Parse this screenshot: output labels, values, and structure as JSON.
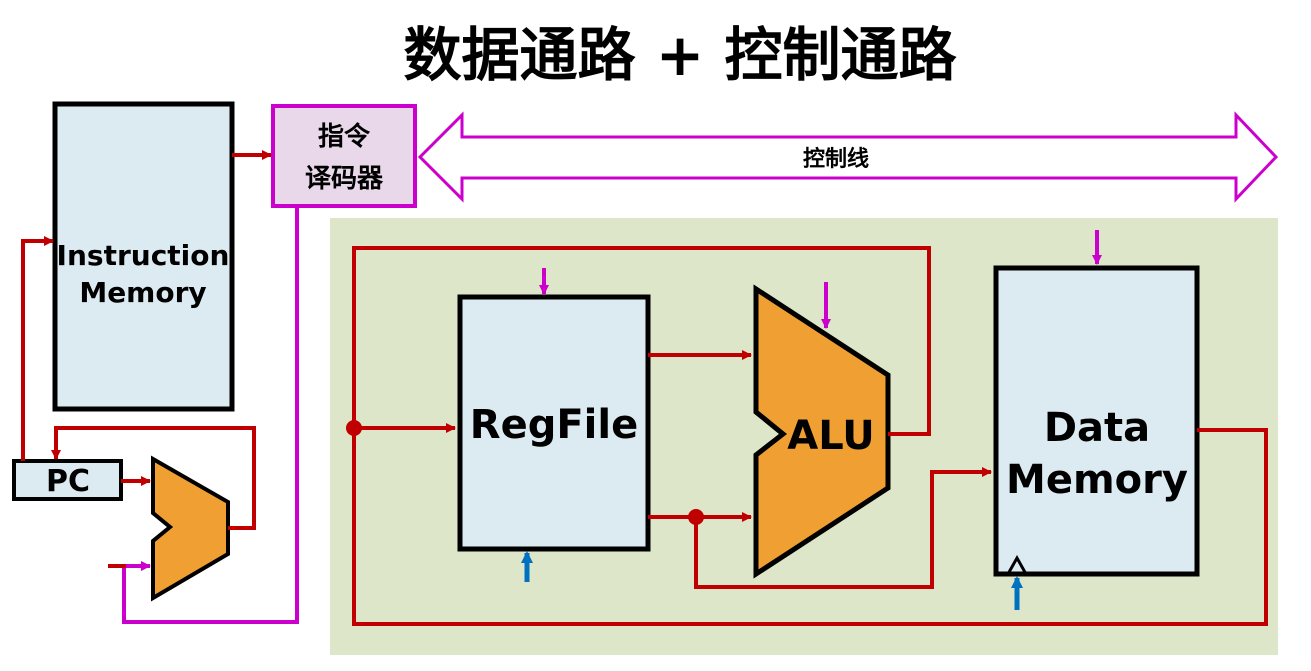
{
  "title": "数据通路 + 控制通路",
  "blocks": {
    "instruction_memory": {
      "line1": "Instruction",
      "line2": "Memory"
    },
    "decoder": {
      "line1": "指令",
      "line2": "译码器"
    },
    "pc": {
      "label": "PC"
    },
    "regfile": {
      "label": "RegFile"
    },
    "alu": {
      "label": "ALU"
    },
    "data_memory": {
      "line1": "Data",
      "line2": "Memory"
    }
  },
  "control_bus": {
    "label": "控制线"
  },
  "colors": {
    "datapath_region": "#dde6c8",
    "box_fill": "#dcebf2",
    "alu_fill": "#f0a032",
    "wire_red": "#c00000",
    "wire_magenta": "#cc00cc",
    "clock_blue": "#0070c0",
    "decoder_fill": "#e8d8ea"
  }
}
